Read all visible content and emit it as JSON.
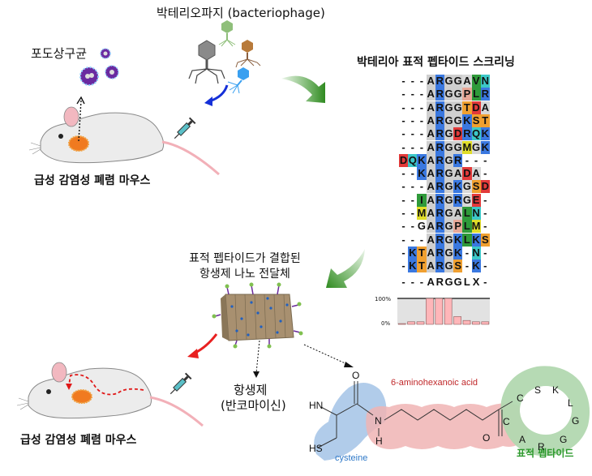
{
  "labels": {
    "phage": "박테리오파지 (bacteriophage)",
    "staph": "포도상구균",
    "mouse_top": "급성 감염성 폐렴 마우스",
    "screening_title": "박테리아 표적 펩타이드 스크리닝",
    "nano_line1": "표적 펩타이드가 결합된",
    "nano_line2": "항생제 나노 전달체",
    "antibiotic_line1": "항생제",
    "antibiotic_line2": "(반코마이신)",
    "mouse_bottom": "급성 감염성 폐렴 마우스",
    "linker": "6-aminohexanoic acid",
    "cysteine": "cysteine",
    "target_peptide": "표적 펩타이드"
  },
  "alignment": {
    "rows": [
      "---ARGGAVN",
      "---ARGGPLR",
      "---ARGGTDA",
      "---ARGGKST",
      "---ARGDRQK",
      "---ARGGMGK",
      "DQKARGR---",
      "--KARGADA-",
      "---ARGKGSD",
      "--IARGRGE-",
      "--MARGALN-",
      "--GARGPLM-",
      "---ARGKLKS",
      "-KTARGK-N-",
      "-KTARGS-K-"
    ],
    "consensus": "---ARGGLX-",
    "residue_colors": {
      "A": "#cfcfcf",
      "G": "#cfcfcf",
      "R": "#3a78e0",
      "K": "#3a78e0",
      "V": "#2f9a3a",
      "L": "#2f9a3a",
      "I": "#2f9a3a",
      "M": "#e0dd2a",
      "N": "#3cc8c8",
      "Q": "#3cc8c8",
      "S": "#f0a030",
      "T": "#f0a030",
      "D": "#e23a3a",
      "E": "#e23a3a",
      "P": "#e8a898"
    },
    "colored_positions": {
      "note": "G/A are shaded only in conserved core columns"
    }
  },
  "chart_data": {
    "type": "bar",
    "title": "",
    "categories": [
      "1",
      "2",
      "3",
      "4",
      "5",
      "6",
      "7",
      "8",
      "9",
      "10"
    ],
    "values": [
      3,
      10,
      10,
      100,
      100,
      100,
      30,
      15,
      10,
      10
    ],
    "ylabel": "",
    "yticks": [
      "100%",
      "0%"
    ],
    "ylim": [
      0,
      100
    ],
    "bar_color": "#ffb6b9"
  },
  "peptide_ring": [
    "C",
    "S",
    "K",
    "L",
    "G",
    "G",
    "R",
    "A",
    "C"
  ],
  "chem": {
    "O_top": "O",
    "HN": "HN",
    "N": "N",
    "H": "H",
    "HS": "HS",
    "O_bottom": "O"
  },
  "colors": {
    "cysteine_blob": "#a9c6e8",
    "linker_blob": "#f0b4b4",
    "peptide_blob": "#b2d8b0",
    "linker_text": "#c0282a",
    "cysteine_text": "#2e78c8",
    "peptide_text": "#2e9a2e",
    "green_arrow": "#3a9a28",
    "blue_arrow": "#1530d8",
    "red_arrow": "#e82020"
  }
}
